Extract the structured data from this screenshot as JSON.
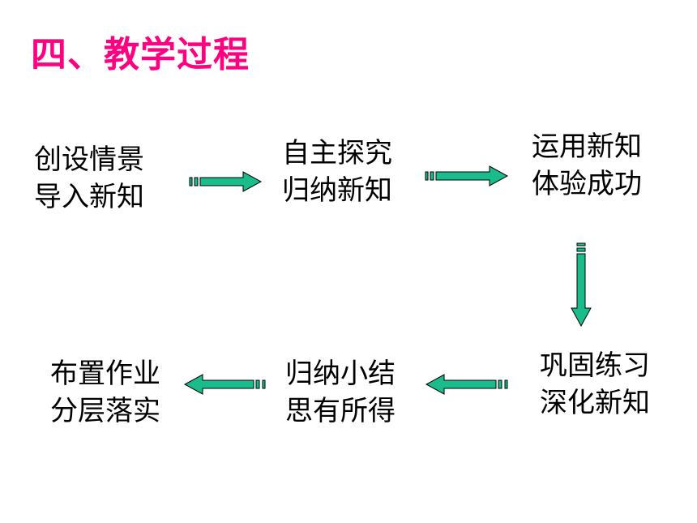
{
  "title": "四、教学过程",
  "colors": {
    "title": "#ff0080",
    "arrow_fill": "#1abc8c",
    "arrow_stroke": "#000000"
  },
  "steps": [
    {
      "line1": "创设情景",
      "line2": "导入新知"
    },
    {
      "line1": "自主探究",
      "line2": "归纳新知"
    },
    {
      "line1": "运用新知",
      "line2": "体验成功"
    },
    {
      "line1": "巩固练习",
      "line2": "深化新知"
    },
    {
      "line1": "归纳小结",
      "line2": "思有所得"
    },
    {
      "line1": "布置作业",
      "line2": "分层落实"
    }
  ]
}
